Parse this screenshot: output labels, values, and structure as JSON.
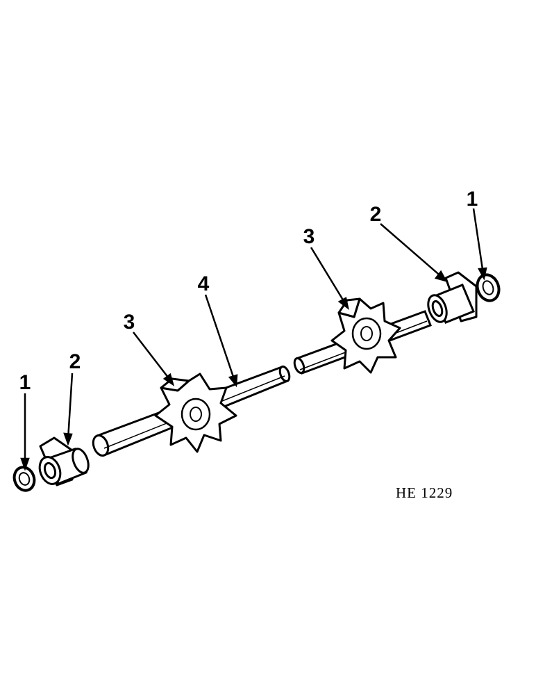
{
  "figure": {
    "code": "HE 1229",
    "callouts": [
      {
        "id": "left-washer",
        "label": "1"
      },
      {
        "id": "left-bearing",
        "label": "2"
      },
      {
        "id": "left-sprocket",
        "label": "3"
      },
      {
        "id": "shaft",
        "label": "4"
      },
      {
        "id": "right-sprocket",
        "label": "3"
      },
      {
        "id": "right-bearing",
        "label": "2"
      },
      {
        "id": "right-washer",
        "label": "1"
      }
    ]
  },
  "colors": {
    "ink": "#000000",
    "background": "#ffffff"
  }
}
